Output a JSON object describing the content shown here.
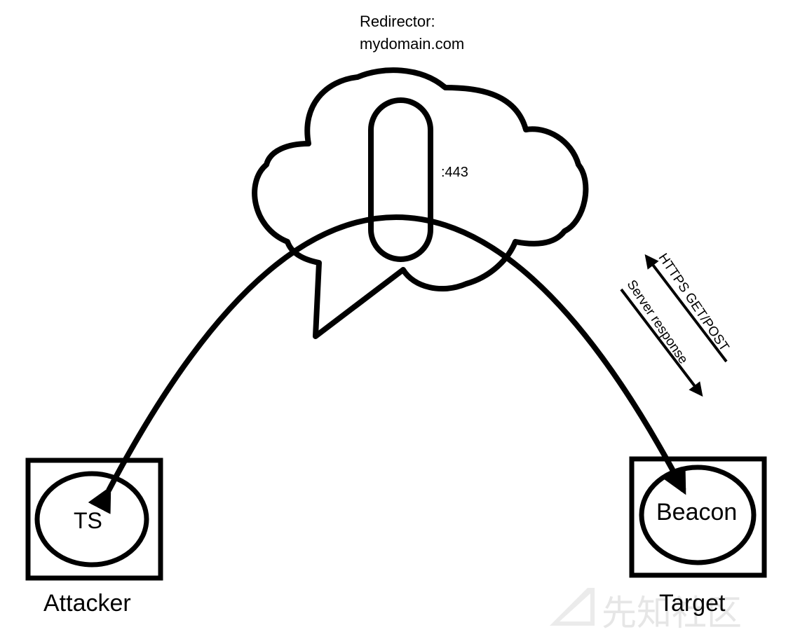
{
  "redirector": {
    "title": "Redirector:",
    "host": "mydomain.com",
    "port": ":443"
  },
  "attacker": {
    "inner_label": "TS",
    "caption": "Attacker"
  },
  "target": {
    "inner_label": "Beacon",
    "caption": "Target"
  },
  "traffic": {
    "request": "HTTPS GET/POST",
    "response": "Server response"
  },
  "watermark": {
    "text": "先知社区"
  },
  "colors": {
    "stroke": "#000000",
    "background": "#ffffff"
  }
}
